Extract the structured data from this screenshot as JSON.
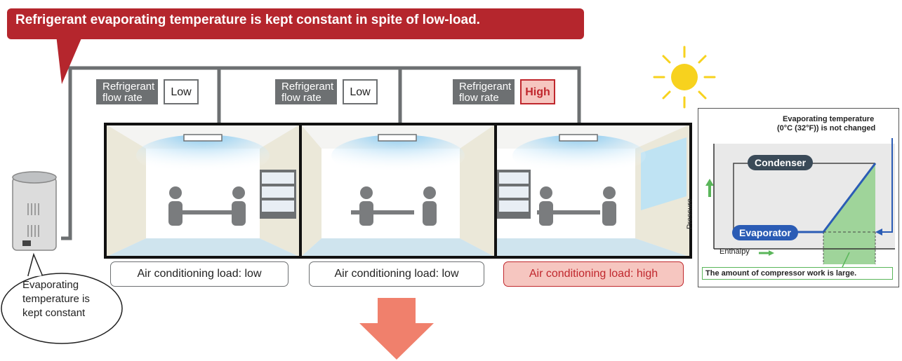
{
  "banner": {
    "text": "Refrigerant evaporating temperature is kept constant in spite of low-load."
  },
  "rooms": [
    {
      "flow_label_1": "Refrigerant",
      "flow_label_2": "flow rate",
      "flow_value": "Low",
      "load_label": "Air conditioning load: low"
    },
    {
      "flow_label_1": "Refrigerant",
      "flow_label_2": "flow rate",
      "flow_value": "Low",
      "load_label": "Air conditioning load: low"
    },
    {
      "flow_label_1": "Refrigerant",
      "flow_label_2": "flow rate",
      "flow_value": "High",
      "load_label": "Air conditioning load: high"
    }
  ],
  "outdoor_bubble": {
    "line1": "Evaporating",
    "line2": "temperature is",
    "line3": "kept constant"
  },
  "graph": {
    "title_line1": "Evaporating temperature",
    "title_line2": "(0°C (32°F)) is not changed",
    "condenser": "Condenser",
    "evaporator": "Evaporator",
    "y_axis": "Pressure",
    "x_axis": "Enthalpy",
    "note": "The amount of compressor work is large."
  },
  "colors": {
    "accent_red": "#c0272d",
    "pipe_gray": "#6d7072",
    "air_blue": "#9fd3f0",
    "line_blue": "#2b5cb5",
    "work_green": "#9fd49a",
    "arrow_salmon": "#f0806c"
  }
}
